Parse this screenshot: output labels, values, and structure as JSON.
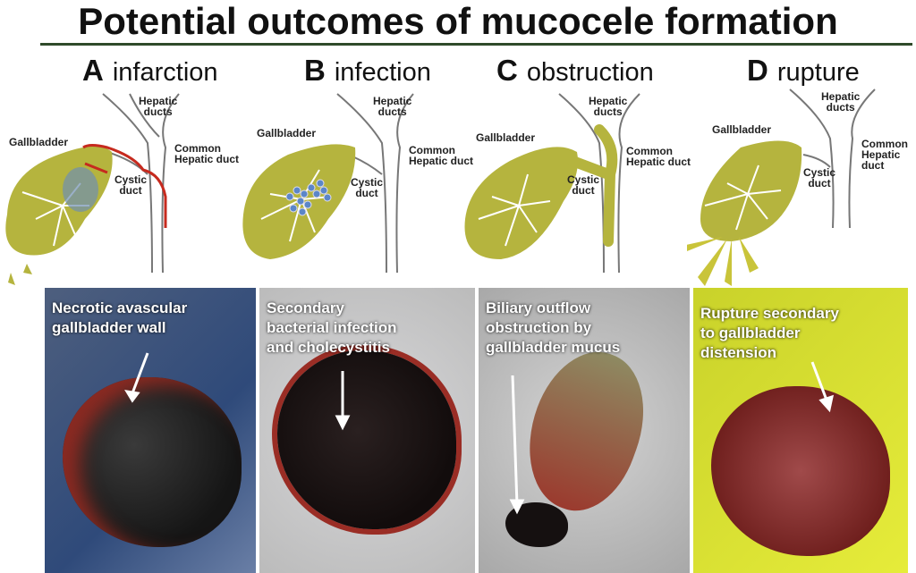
{
  "title": "Potential outcomes of mucocele formation",
  "panels": [
    {
      "letter": "A",
      "heading": "infarction",
      "gallbladder": "Gallbladder",
      "hepatic": [
        "Hepatic",
        "ducts"
      ],
      "common": [
        "Common",
        "Hepatic duct"
      ],
      "cystic": [
        "Cystic",
        "duct"
      ],
      "caption": [
        "Necrotic avascular",
        "gallbladder wall"
      ]
    },
    {
      "letter": "B",
      "heading": "infection",
      "gallbladder": "Gallbladder",
      "hepatic": [
        "Hepatic",
        "ducts"
      ],
      "common": [
        "Common",
        "Hepatic duct"
      ],
      "cystic": [
        "Cystic",
        "duct"
      ],
      "caption": [
        "Secondary",
        "bacterial infection",
        "and cholecystitis"
      ]
    },
    {
      "letter": "C",
      "heading": "obstruction",
      "gallbladder": "Gallbladder",
      "hepatic": [
        "Hepatic",
        "ducts"
      ],
      "common": [
        "Common",
        "Hepatic duct"
      ],
      "cystic": [
        "Cystic",
        "duct"
      ],
      "caption": [
        "Biliary outflow",
        "obstruction by",
        "gallbladder mucus"
      ]
    },
    {
      "letter": "D",
      "heading": "rupture",
      "gallbladder": "Gallbladder",
      "hepatic": [
        "Hepatic",
        "ducts"
      ],
      "common": [
        "Common",
        "Hepatic",
        "duct"
      ],
      "cystic": [
        "Cystic",
        "duct"
      ],
      "caption": [
        "Rupture secondary",
        "to gallbladder",
        "distension"
      ]
    }
  ],
  "colors": {
    "gallbladder": "#b5b43e",
    "artery": "#c62a1e",
    "bacteria": "#5b86c8",
    "duct": "#777777"
  }
}
